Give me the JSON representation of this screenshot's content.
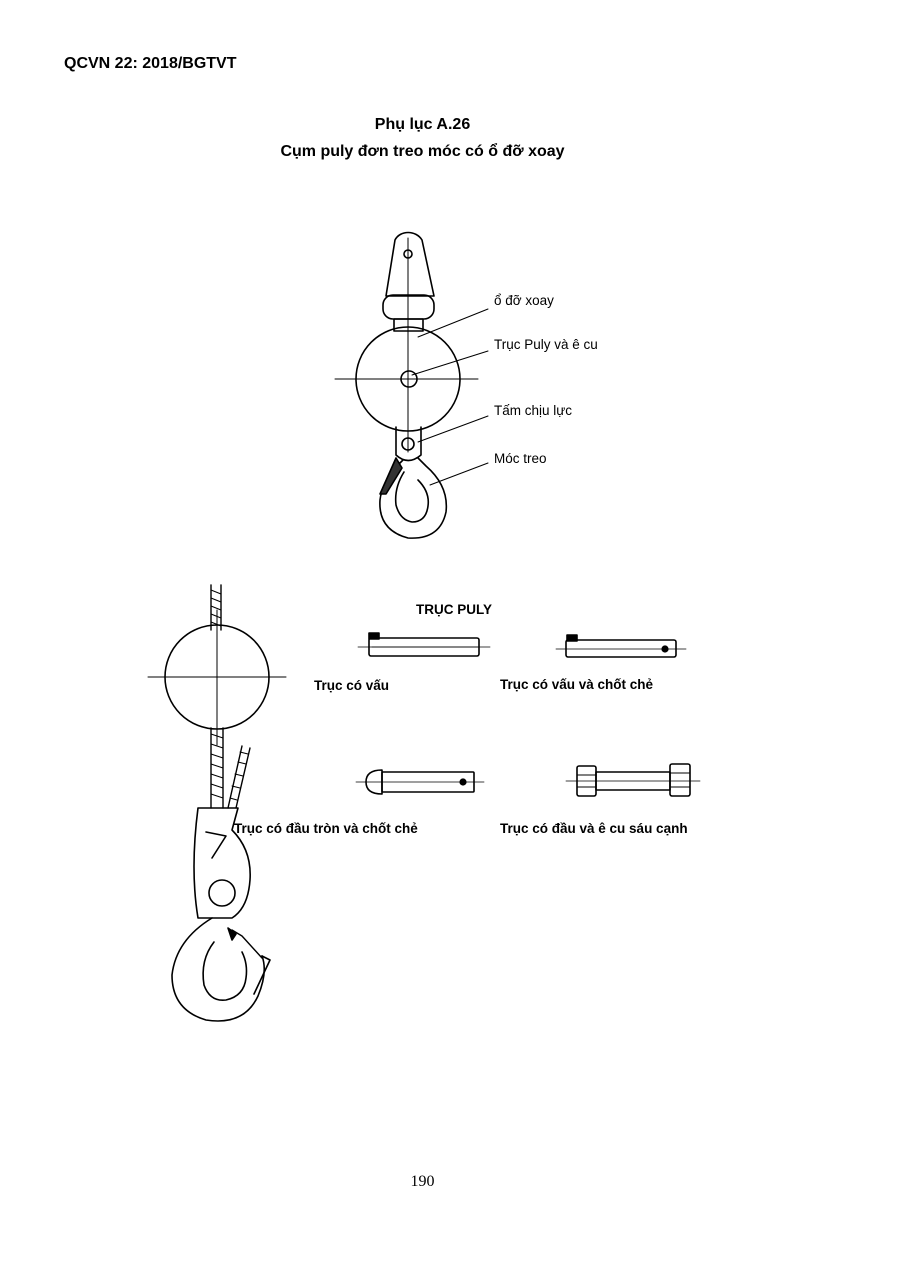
{
  "header": {
    "code": "QCVN 22: 2018/BGTVT"
  },
  "title": {
    "line1": "Phụ lục A.26",
    "line2": "Cụm puly đơn treo móc có ổ đỡ xoay"
  },
  "figure_top": {
    "labels": {
      "swivel": "ổ đỡ xoay",
      "axle_nut": "Trục Puly và ê cu",
      "plate": "Tấm chịu lực",
      "hook": "Móc treo"
    }
  },
  "figure_bottom": {
    "heading": "TRỤC PULY",
    "axle_types": {
      "lug": "Trục có vấu",
      "lug_pin": "Trục có vấu và chốt chẻ",
      "round_pin": "Trục có đầu tròn và chốt chẻ",
      "hex_nut": "Trục có đầu và ê cu sáu cạnh"
    }
  },
  "footer": {
    "page_number": "190"
  }
}
